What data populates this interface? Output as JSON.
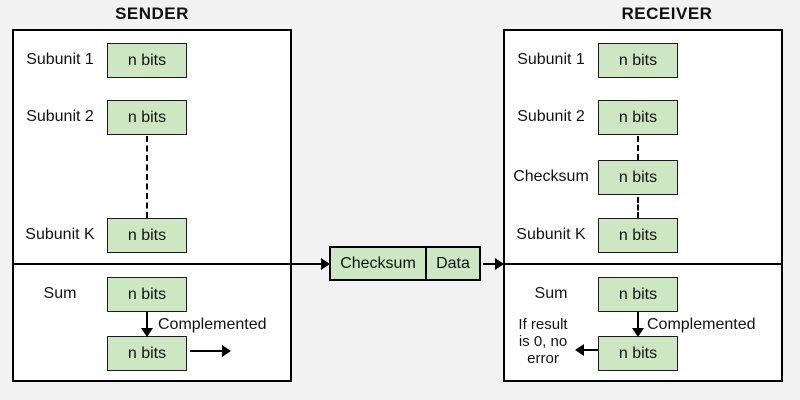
{
  "page": {
    "background": "#f2f2f2"
  },
  "colors": {
    "panel_fill": "#ffffff",
    "panel_border": "#000000",
    "bit_box_fill": "#cde7c2",
    "bit_box_border": "#1a1a1a",
    "line": "#000000",
    "text": "#111111"
  },
  "sender": {
    "title": "SENDER",
    "rows": [
      {
        "label": "Subunit 1",
        "value": "n bits"
      },
      {
        "label": "Subunit 2",
        "value": "n bits"
      },
      {
        "label": "Subunit K",
        "value": "n bits"
      },
      {
        "label": "Sum",
        "value": "n bits"
      }
    ],
    "complement": {
      "label": "Complemented",
      "value": "n bits"
    }
  },
  "packet": {
    "checksum_label": "Checksum",
    "data_label": "Data"
  },
  "receiver": {
    "title": "RECEIVER",
    "rows": [
      {
        "label": "Subunit 1",
        "value": "n bits"
      },
      {
        "label": "Subunit 2",
        "value": "n bits"
      },
      {
        "label": "Checksum",
        "value": "n bits"
      },
      {
        "label": "Subunit K",
        "value": "n bits"
      },
      {
        "label": "Sum",
        "value": "n bits"
      }
    ],
    "complement": {
      "label": "Complemented",
      "value": "n bits"
    },
    "result_note": {
      "line1": "If result",
      "line2": "is 0, no",
      "line3": "error"
    }
  }
}
